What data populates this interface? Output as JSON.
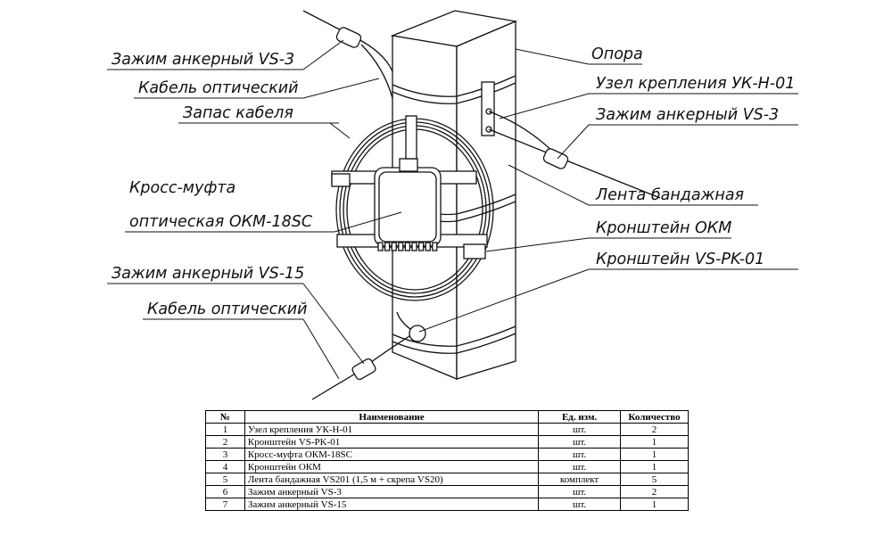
{
  "labels": {
    "clamp_vs3_left": "Зажим анкерный VS-3",
    "cable_top": "Кабель оптический",
    "cable_reserve": "Запас кабеля",
    "closure_line1": "Кросс-муфта",
    "closure_line2": "оптическая ОКМ-18SC",
    "clamp_vs15": "Зажим анкерный VS-15",
    "cable_bottom": "Кабель оптический",
    "pole": "Опора",
    "mount_node": "Узел крепления УК-Н-01",
    "clamp_vs3_right": "Зажим анкерный VS-3",
    "band_tape": "Лента бандажная",
    "bracket_okm": "Кронштейн ОКМ",
    "bracket_vs": "Кронштейн VS-PK-01"
  },
  "table": {
    "headers": [
      "№",
      "Наименование",
      "Ед. изм.",
      "Количество"
    ],
    "rows": [
      [
        "1",
        "Узел крепления УК-Н-01",
        "шт.",
        "2"
      ],
      [
        "2",
        "Кронштейн VS-PK-01",
        "шт.",
        "1"
      ],
      [
        "3",
        "Кросс-муфта ОКМ-18SC",
        "шт.",
        "1"
      ],
      [
        "4",
        "Кронштейн ОКМ",
        "шт.",
        "1"
      ],
      [
        "5",
        "Лента бандажная VS201 (1,5 м + скрепа VS20)",
        "комплект",
        "5"
      ],
      [
        "6",
        "Зажим анкерный VS-3",
        "шт.",
        "2"
      ],
      [
        "7",
        "Зажим анкерный VS-15",
        "шт.",
        "1"
      ]
    ]
  }
}
